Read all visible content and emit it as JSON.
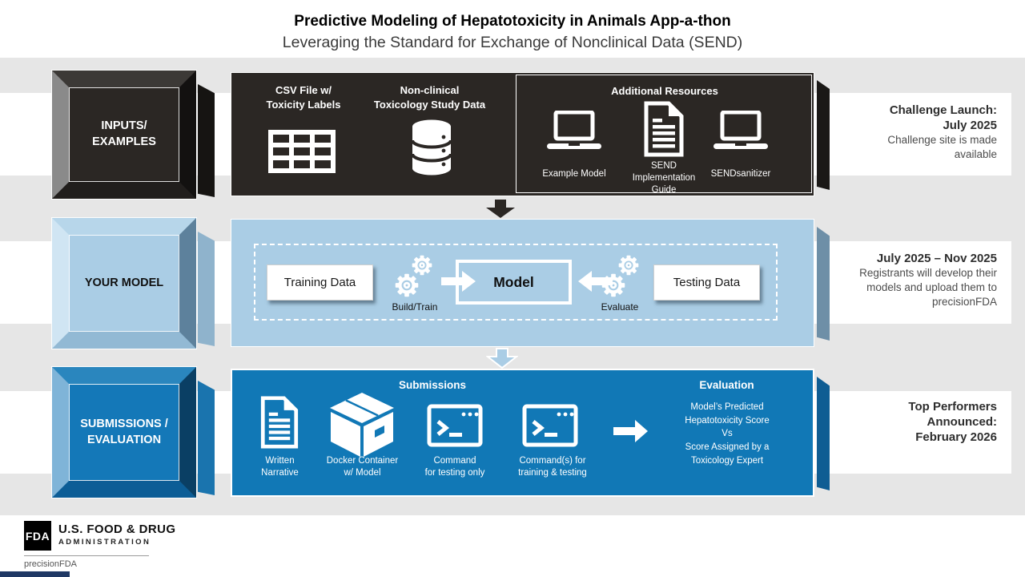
{
  "title": {
    "line1": "Predictive Modeling of Hepatotoxicity in Animals App-a-thon",
    "line2": "Leveraging the Standard for Exchange of Nonclinical Data (SEND)"
  },
  "colors": {
    "dark_panel": "#2B2724",
    "light_blue_panel": "#AACDE5",
    "blue_panel": "#1178B6",
    "background_gray": "#E6E6E6",
    "navy_accent": "#1F3864"
  },
  "row1": {
    "box_label_lines": [
      "INPUTS/",
      "EXAMPLES"
    ],
    "csv_heading_lines": [
      "CSV File w/",
      "Toxicity Labels"
    ],
    "tox_heading_lines": [
      "Non-clinical",
      "Toxicology Study Data"
    ],
    "resources_heading": "Additional Resources",
    "resource_labels": {
      "example_model": "Example Model",
      "send_guide_lines": [
        "SEND",
        "Implementation",
        "Guide"
      ],
      "sendsanitizer": "SENDsanitizer"
    },
    "icons": [
      "table-grid-icon",
      "database-icon",
      "laptop-icon",
      "document-icon",
      "laptop-icon"
    ],
    "timeline": {
      "heading_lines": [
        "Challenge Launch:",
        "July 2025"
      ],
      "body": "Challenge site is made available"
    }
  },
  "row2": {
    "box_label": "YOUR MODEL",
    "training_label": "Training Data",
    "build_label": "Build/Train",
    "model_label": "Model",
    "evaluate_label": "Evaluate",
    "testing_label": "Testing Data",
    "icons": [
      "gears-icon",
      "right-arrow-icon",
      "left-arrow-icon",
      "gears-icon"
    ],
    "timeline": {
      "heading_lines": [
        "July 2025 – Nov 2025"
      ],
      "body": "Registrants will develop their models and upload them to precisionFDA"
    }
  },
  "row3": {
    "box_label_lines": [
      "SUBMISSIONS /",
      "EVALUATION"
    ],
    "submissions_heading": "Submissions",
    "item_labels": [
      [
        "Written",
        "Narrative"
      ],
      [
        "Docker Container",
        "w/ Model"
      ],
      [
        "Command",
        "for testing only"
      ],
      [
        "Command(s) for",
        "training & testing"
      ]
    ],
    "evaluation_heading": "Evaluation",
    "evaluation_lines": [
      "Model’s Predicted",
      "Hepatotoxicity Score",
      "Vs",
      "Score Assigned by a",
      "Toxicology Expert"
    ],
    "icons": [
      "document-icon",
      "docker-box-icon",
      "terminal-icon",
      "terminal-icon",
      "right-arrow-icon"
    ],
    "timeline": {
      "heading_lines": [
        "Top Performers",
        "Announced:",
        "February 2026"
      ]
    }
  },
  "arrows": {
    "row1_to_row2": "down-arrow-dark",
    "row2_to_row3": "down-arrow-light-blue"
  },
  "footer": {
    "fda_logo": "FDA",
    "org_line1": "U.S. FOOD & DRUG",
    "org_line2": "ADMINISTRATION",
    "brand": "precisionFDA"
  }
}
